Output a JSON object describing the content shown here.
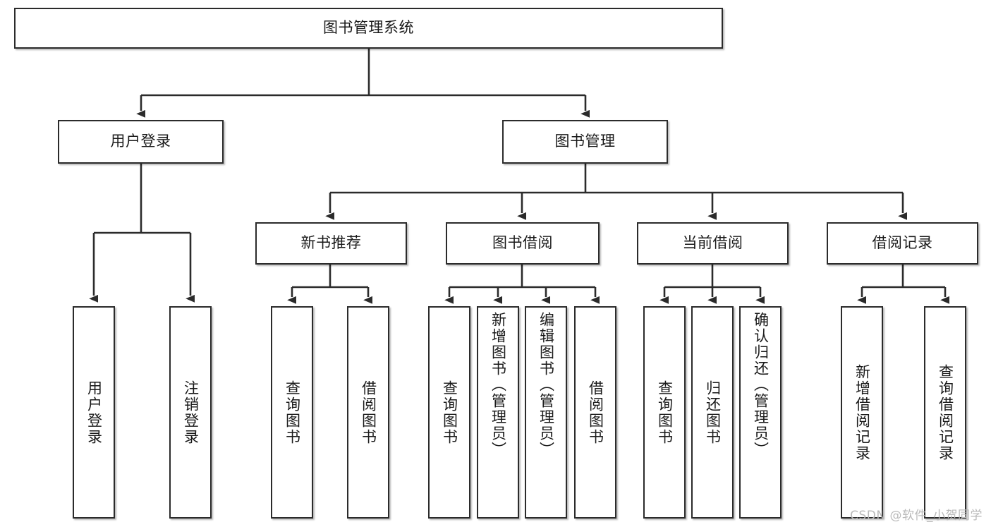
{
  "diagram": {
    "title": "图书管理系统",
    "type": "功能结构图",
    "colors": {
      "box_border": "#2b2b2b",
      "box_fill": "#ffffff",
      "connector": "#2b2b2b",
      "text": "#1a1a1a",
      "watermark": "#b9b9b9",
      "background": "#ffffff"
    }
  },
  "root": {
    "label": "图书管理系统"
  },
  "level2": [
    {
      "label": "用户登录"
    },
    {
      "label": "图书管理"
    }
  ],
  "level3": [
    {
      "label": "新书推荐"
    },
    {
      "label": "图书借阅"
    },
    {
      "label": "当前借阅"
    },
    {
      "label": "借阅记录"
    }
  ],
  "leaves": [
    {
      "label": "用户登录"
    },
    {
      "label": "注销登录"
    },
    {
      "label": "查询图书"
    },
    {
      "label": "借阅图书"
    },
    {
      "label": "查询图书"
    },
    {
      "label": "新增图书（管理员）"
    },
    {
      "label": "编辑图书（管理员）"
    },
    {
      "label": "借阅图书"
    },
    {
      "label": "查询图书"
    },
    {
      "label": "归还图书"
    },
    {
      "label": "确认归还（管理员）"
    },
    {
      "label": "新增借阅记录"
    },
    {
      "label": "查询借阅记录"
    }
  ],
  "watermark": {
    "text": "CSDN @软件_小贺同学"
  }
}
